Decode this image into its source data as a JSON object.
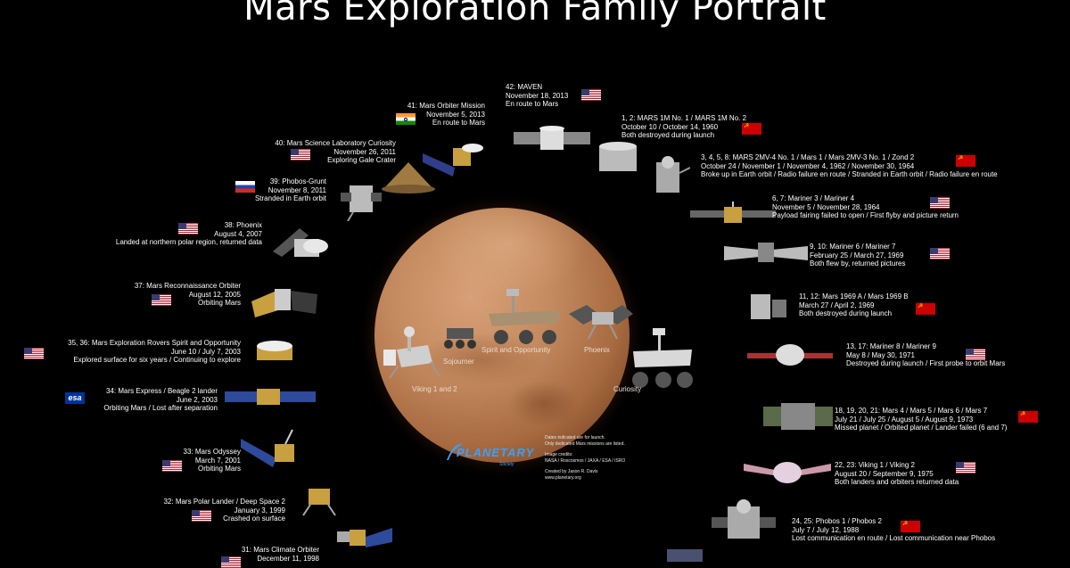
{
  "title": "Mars Exploration Family Portrait",
  "planet_labels": {
    "viking": "Viking 1 and 2",
    "sojourner": "Sojourner",
    "spirit": "Spirit and Opportunity",
    "phoenix": "Phoenix",
    "curiosity": "Curiosity"
  },
  "credits": {
    "dates_note_1": "Dates indicated are for launch.",
    "dates_note_2": "Only dedicated Mars missions are listed.",
    "image_credits": "Image credits:",
    "credit_agencies": "NASA / Roscosmos / JAXA / ESA / ISRO",
    "created_by": "Created by Jason R. Davis",
    "website": "www.planetary.org",
    "logo": "PLANETARY",
    "logo_sub": "Society"
  },
  "colors": {
    "us": "#b22234",
    "ussr": "#cc0000",
    "esa": "#003399",
    "text": "#ffffff"
  },
  "left_missions": [
    {
      "line1": "41: Mars Orbiter Mission",
      "line2": "November 5, 2013",
      "line3": "En route to Mars",
      "flag": "in"
    },
    {
      "line1": "40: Mars Science Laboratory Curiosity",
      "line2": "November 26, 2011",
      "line3": "Exploring Gale Crater",
      "flag": "us"
    },
    {
      "line1": "39: Phobos-Grunt",
      "line2": "November 8, 2011",
      "line3": "Stranded in Earth orbit",
      "flag": "ru"
    },
    {
      "line1": "38: Phoenix",
      "line2": "August 4, 2007",
      "line3": "Landed at northern polar region, returned data",
      "flag": "us"
    },
    {
      "line1": "37: Mars Reconnaissance Orbiter",
      "line2": "August 12, 2005",
      "line3": "Orbiting Mars",
      "flag": "us"
    },
    {
      "line1": "35, 36: Mars Exploration Rovers Spirit and Opportunity",
      "line2": "June 10 / July 7, 2003",
      "line3": "Explored surface for six years / Continuing to explore",
      "flag": "us"
    },
    {
      "line1": "34: Mars Express / Beagle 2 lander",
      "line2": "June 2, 2003",
      "line3": "Orbiting Mars / Lost after separation",
      "flag": "esa",
      "flag_text": "esa"
    },
    {
      "line1": "33: Mars Odyssey",
      "line2": "March 7, 2001",
      "line3": "Orbiting Mars",
      "flag": "us"
    },
    {
      "line1": "32: Mars Polar Lander / Deep Space 2",
      "line2": "January 3, 1999",
      "line3": "Crashed on surface",
      "flag": "us"
    },
    {
      "line1": "31: Mars Climate Orbiter",
      "line2": "December 11, 1998",
      "line3": "",
      "flag": "us"
    }
  ],
  "right_missions": [
    {
      "line1": "42: MAVEN",
      "line2": "November 18, 2013",
      "line3": "En route to Mars",
      "flag": "us"
    },
    {
      "line1": "1, 2: MARS 1M No. 1 / MARS 1M No. 2",
      "line2": "October 10 / October 14, 1960",
      "line3": "Both destroyed during launch",
      "flag": "su"
    },
    {
      "line1": "3, 4, 5, 8: MARS 2MV-4 No. 1 / Mars 1 / Mars 2MV-3 No. 1 / Zond 2",
      "line2": "October 24 / November 1 / November 4, 1962 / November 30, 1964",
      "line3": "Broke up in Earth orbit / Radio failure en route / Stranded in Earth orbit / Radio failure en route",
      "flag": "su"
    },
    {
      "line1": "6, 7: Mariner 3 / Mariner 4",
      "line2": "November 5 / November 28, 1964",
      "line3": "Payload fairing failed to open / First flyby and picture return",
      "flag": "us"
    },
    {
      "line1": "9, 10: Mariner 6 / Mariner 7",
      "line2": "February 25 / March 27, 1969",
      "line3": "Both flew by, returned pictures",
      "flag": "us"
    },
    {
      "line1": "11, 12: Mars 1969 A / Mars 1969 B",
      "line2": "March 27 / April 2, 1969",
      "line3": "Both destroyed during launch",
      "flag": "su"
    },
    {
      "line1": "13, 17: Mariner 8 / Mariner 9",
      "line2": "May 8 / May 30, 1971",
      "line3": "Destroyed during launch / First probe to orbit Mars",
      "flag": "us"
    },
    {
      "line1": "18, 19, 20, 21: Mars 4 / Mars 5 / Mars 6 / Mars 7",
      "line2": "July 21 / July 25 / August 5 / August 9, 1973",
      "line3": "Missed planet / Orbited planet / Lander failed (6 and 7)",
      "flag": "su"
    },
    {
      "line1": "22, 23: Viking 1 / Viking 2",
      "line2": "August 20 / September 9, 1975",
      "line3": "Both landers and orbiters returned data",
      "flag": "us"
    },
    {
      "line1": "24, 25: Phobos 1 / Phobos 2",
      "line2": "July 7 / July 12, 1988",
      "line3": "Lost communication en route / Lost communication near Phobos",
      "flag": "su"
    }
  ]
}
